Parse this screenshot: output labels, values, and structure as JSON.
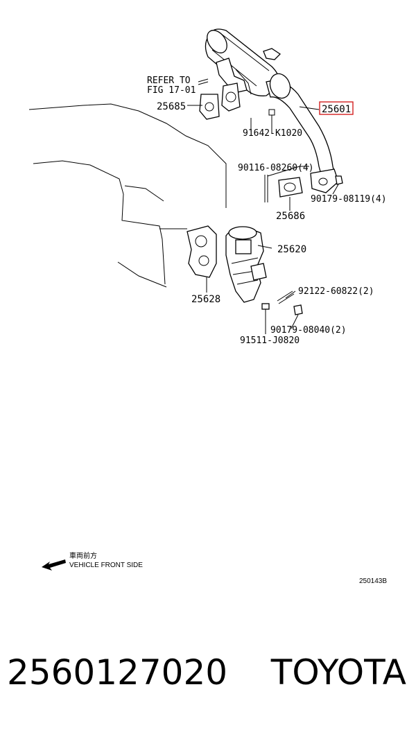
{
  "diagram": {
    "labels": {
      "refer_line1": "REFER TO",
      "refer_line2": "FIG 17-01",
      "p25685": "25685",
      "p25601": "25601",
      "p91642": "91642-K1020",
      "p90116": "90116-08260(4)",
      "p90179_08119": "90179-08119(4)",
      "p25686": "25686",
      "p25620": "25620",
      "p92122": "92122-60822(2)",
      "p25628": "25628",
      "p90179_08040": "90179-08040(2)",
      "p91511": "91511-J0820"
    },
    "highlight_color": "#d22020",
    "front_jp": "車両前方",
    "front_en": "VEHICLE FRONT SIDE",
    "ref_code": "250143B"
  },
  "footer": {
    "part_number": "2560127020",
    "brand": "TOYOTA"
  }
}
